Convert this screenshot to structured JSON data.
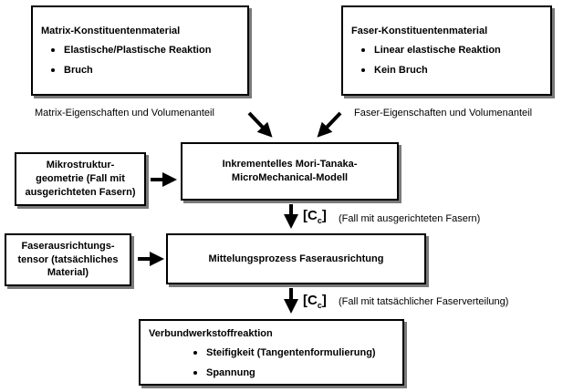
{
  "matrix_box": {
    "title": "Matrix-Konstituentenmaterial",
    "items": [
      "Elastische/Plastische Reaktion",
      "Bruch"
    ]
  },
  "fiber_box": {
    "title": "Faser-Konstituentenmaterial",
    "items": [
      "Linear elastische Reaktion",
      "Kein Bruch"
    ]
  },
  "labels": {
    "matrix_props": "Matrix-Eigenschaften und Volumenanteil",
    "fiber_props": "Faser-Eigenschaften und Volumenanteil"
  },
  "microstructure_box": {
    "lines": [
      "Mikrostruktur-",
      "geometrie (Fall mit",
      "ausgerichteten Fasern)"
    ]
  },
  "mori_tanaka_box": {
    "lines": [
      "Inkrementelles Mori-Tanaka-",
      "MicroMechanical-Modell"
    ]
  },
  "cc_symbol": {
    "open": "[",
    "main": "C",
    "sub": "c",
    "close": "]"
  },
  "notes": {
    "aligned": "(Fall mit ausgerichteten Fasern)",
    "actual": "(Fall mit tatsächlicher Faserverteilung)"
  },
  "orientation_tensor_box": {
    "lines": [
      "Faserausrichtungs-",
      "tensor (tatsächliches",
      "Material)"
    ]
  },
  "averaging_box": {
    "text": "Mittelungsprozess Faserausrichtung"
  },
  "composite_box": {
    "title": "Verbundwerkstoffreaktion",
    "items": [
      "Steifigkeit (Tangentenformulierung)",
      "Spannung"
    ]
  }
}
